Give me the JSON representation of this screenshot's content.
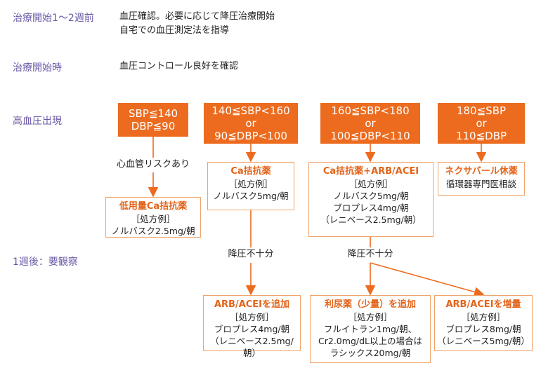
{
  "phases": {
    "week1_2": {
      "label": "治療開始1〜2週前",
      "lines": [
        "血圧確認。必要に応じて降圧治療開始",
        "自宅での血圧測定法を指導"
      ]
    },
    "start": {
      "label": "治療開始時",
      "lines": [
        "血圧コントロール良好を確認"
      ]
    },
    "hypertension": {
      "label": "高血圧出現"
    },
    "week_after": {
      "label": "1週後：要観察"
    }
  },
  "thresholds": [
    [
      "SBP≦140",
      "DBP≦90"
    ],
    [
      "140≦SBP<160",
      "or",
      "90≦DBP<100"
    ],
    [
      "160≦SBP<180",
      "or",
      "100≦DBP<110"
    ],
    [
      "180≦SBP",
      "or",
      "110≦DBP"
    ]
  ],
  "cv_risk": "心血管リスクあり",
  "treatments": {
    "low_ca": {
      "title": "低用量Ca拮抗薬",
      "lines": [
        "［処方例］",
        "ノルバスク2.5mg/朝"
      ]
    },
    "ca": {
      "title": "Ca拮抗薬",
      "lines": [
        "［処方例］",
        "ノルバスク5mg/朝"
      ]
    },
    "ca_arb": {
      "title": "Ca拮抗薬+ARB/ACEI",
      "lines": [
        "［処方例］",
        "ノルバスク5mg/朝",
        "ブロプレス4mg/朝",
        "（レニベース2.5mg/朝）"
      ]
    },
    "nexavar": {
      "title": "ネクサバール休薬",
      "lines": [
        "循環器専門医相談"
      ]
    }
  },
  "insufficient": "降圧不十分",
  "followups": {
    "arb_add": {
      "title": "ARB/ACEIを追加",
      "lines": [
        "［処方例］",
        "ブロプレス4mg/朝",
        "（レニベース2.5mg/朝）"
      ]
    },
    "diuretic": {
      "title": "利尿薬（少量）を追加",
      "lines": [
        "［処方例］",
        "フルイトラン1mg/朝、",
        "Cr2.0mg/dL以上の場合は",
        "ラシックス20mg/朝"
      ]
    },
    "arb_up": {
      "title": "ARB/ACEIを増量",
      "lines": [
        "［処方例］",
        "ブロプレス8mg/朝",
        "（レニベース5mg/朝）"
      ]
    }
  }
}
